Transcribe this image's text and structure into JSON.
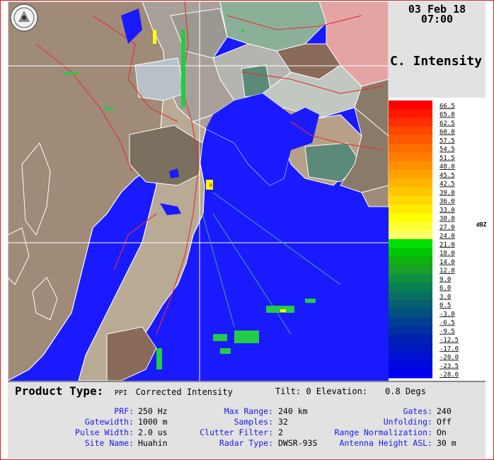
{
  "header": {
    "date": "03 Feb 18",
    "time": "07:00",
    "product_short": "C. Intensity",
    "unit": "dBZ"
  },
  "legend": {
    "labels": [
      "66.5",
      "65.0",
      "62.5",
      "60.0",
      "57.5",
      "54.5",
      "51.5",
      "48.0",
      "45.5",
      "42.5",
      "39.0",
      "36.0",
      "33.0",
      "30.0",
      "27.0",
      "24.0",
      "21.0",
      "18.0",
      "14.0",
      "12.0",
      "9.0",
      "6.0",
      "3.0",
      "0.5",
      "-3.0",
      "-6.5",
      "-9.5",
      "-12.5",
      "-17.0",
      "-20.0",
      "-23.5",
      "-28.0"
    ],
    "colors": [
      "#ff0000",
      "#ff1800",
      "#ff3000",
      "#ff4800",
      "#ff5a00",
      "#ff6c00",
      "#ff7e00",
      "#ff9000",
      "#ffa200",
      "#ffb400",
      "#ffc600",
      "#ffd800",
      "#ffea00",
      "#ffff00",
      "#ffff33",
      "#ffff66",
      "#00e000",
      "#00c800",
      "#10b010",
      "#18a028",
      "#109040",
      "#0a8050",
      "#087060",
      "#066070",
      "#005080",
      "#004090",
      "#0030a0",
      "#0020b0",
      "#0018c0",
      "#0010d0",
      "#0008e0",
      "#0000f0"
    ]
  },
  "info": {
    "product_type_label": "Product Type:",
    "product_type_ppi": "PPI",
    "product_type_value": "Corrected Intensity",
    "tilt_label": "Tilt: 0 Elevation:",
    "tilt_value": "0.8 Degs",
    "params": [
      {
        "label": "PRF:",
        "value": "250 Hz"
      },
      {
        "label": "Max Range:",
        "value": "240 km"
      },
      {
        "label": "Gates:",
        "value": "240"
      },
      {
        "label": "Gatewidth:",
        "value": "1000 m"
      },
      {
        "label": "Samples:",
        "value": "32"
      },
      {
        "label": "Unfolding:",
        "value": "Off"
      },
      {
        "label": "Pulse Width:",
        "value": "2.0 us"
      },
      {
        "label": "Clutter Filter:",
        "value": "2"
      },
      {
        "label": "Range Normalization:",
        "value": "On"
      },
      {
        "label": "Site Name:",
        "value": "Huahin"
      },
      {
        "label": "Radar Type:",
        "value": "DWSR-93S"
      },
      {
        "label": "Antenna Height ASL:",
        "value": "30 m"
      }
    ]
  },
  "colors": {
    "sea": "#1a1aff",
    "land": "#a08a78",
    "panel": "#e2e2e2",
    "frame": "#d42020",
    "label_blue": "#1a1ae6"
  }
}
